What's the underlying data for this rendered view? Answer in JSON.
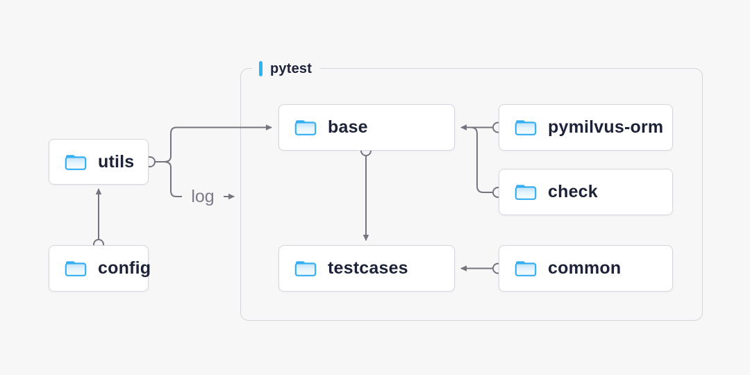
{
  "diagram": {
    "group": {
      "label": "pytest"
    },
    "nodes": {
      "utils": {
        "label": "utils",
        "icon": "folder-icon"
      },
      "config": {
        "label": "config",
        "icon": "folder-icon"
      },
      "base": {
        "label": "base",
        "icon": "folder-icon"
      },
      "pymilvus_orm": {
        "label": "pymilvus-orm",
        "icon": "folder-icon"
      },
      "check": {
        "label": "check",
        "icon": "folder-icon"
      },
      "testcases": {
        "label": "testcases",
        "icon": "folder-icon"
      },
      "common": {
        "label": "common",
        "icon": "folder-icon"
      }
    },
    "edge_label": "log",
    "edges": [
      {
        "from": "config",
        "to": "utils"
      },
      {
        "from": "utils",
        "to": "base"
      },
      {
        "from": "utils",
        "to": "pytest-group",
        "label": "log"
      },
      {
        "from": "pymilvus-orm",
        "to": "base"
      },
      {
        "from": "check",
        "to": "base"
      },
      {
        "from": "base",
        "to": "testcases"
      },
      {
        "from": "common",
        "to": "testcases"
      }
    ],
    "colors": {
      "background": "#f7f7f8",
      "accent_blue": "#29b4f6",
      "folder_blue": "#36aef2",
      "line_gray": "#74747e",
      "text_navy": "#1c2237",
      "node_border": "#d6d6de",
      "group_border": "#d4d4dc"
    }
  }
}
